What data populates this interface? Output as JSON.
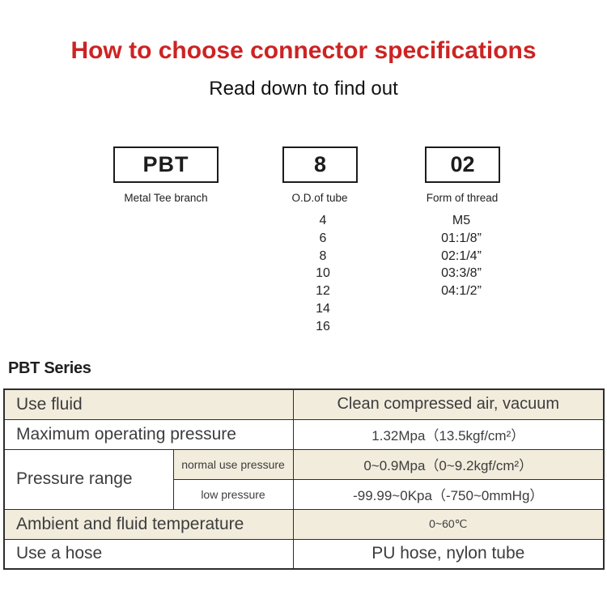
{
  "colors": {
    "title_red": "#cd2323",
    "table_band": "#f2ecdd"
  },
  "header": {
    "title": "How to choose connector specifications",
    "subtitle": "Read down to find out"
  },
  "chooser": {
    "boxes": [
      {
        "code": "PBT",
        "caption": "Metal Tee branch",
        "options": []
      },
      {
        "code": "8",
        "caption": "O.D.of tube",
        "options": [
          "4",
          "6",
          "8",
          "10",
          "12",
          "14",
          "16"
        ]
      },
      {
        "code": "02",
        "caption": "Form of thread",
        "options": [
          "M5",
          "01:1/8”",
          "02:1/4”",
          "03:3/8”",
          "04:1/2”"
        ]
      }
    ]
  },
  "series": {
    "heading": "PBT Series",
    "table": {
      "use_fluid": {
        "label": "Use fluid",
        "value": "Clean compressed air, vacuum"
      },
      "max_pressure": {
        "label": "Maximum operating pressure",
        "value": "1.32Mpa（13.5kgf/cm²）"
      },
      "pressure_range": {
        "label": "Pressure range",
        "normal": {
          "label": "normal use pressure",
          "value": "0~0.9Mpa（0~9.2kgf/cm²）"
        },
        "low": {
          "label": "low pressure",
          "value": "-99.99~0Kpa（-750~0mmHg）"
        }
      },
      "temperature": {
        "label": "Ambient and fluid temperature",
        "value": "0~60℃"
      },
      "hose": {
        "label": "Use a hose",
        "value": "PU hose, nylon tube"
      }
    }
  }
}
